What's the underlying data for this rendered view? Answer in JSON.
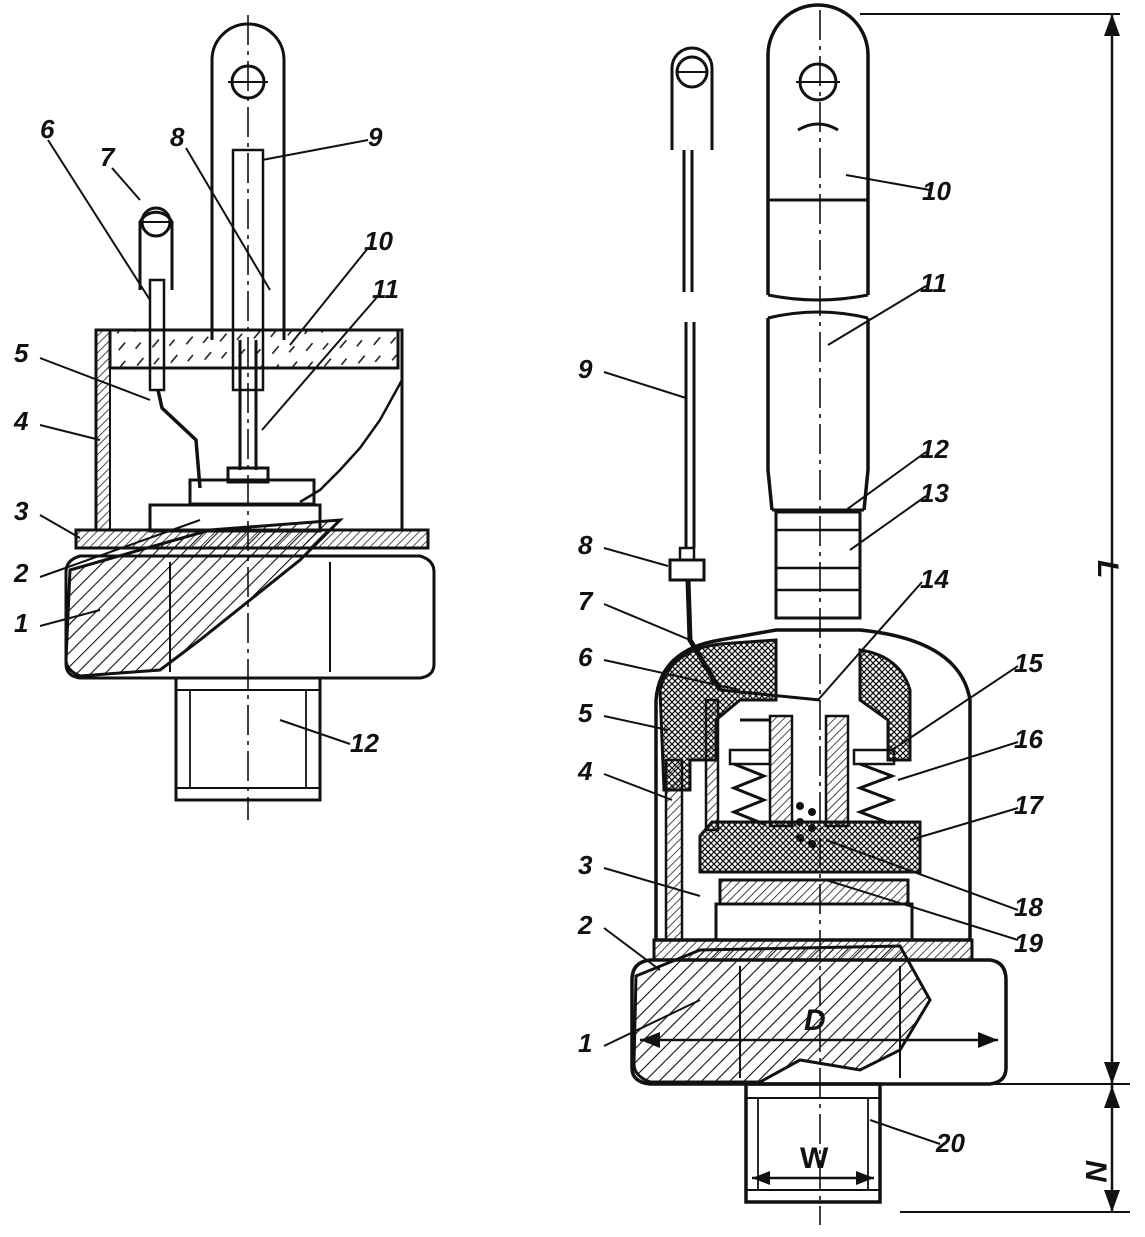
{
  "figure": {
    "left_view": {
      "labels": [
        "1",
        "2",
        "3",
        "4",
        "5",
        "6",
        "7",
        "8",
        "9",
        "10",
        "11",
        "12"
      ]
    },
    "right_view": {
      "labels": [
        "1",
        "2",
        "3",
        "4",
        "5",
        "6",
        "7",
        "8",
        "9",
        "10",
        "11",
        "12",
        "13",
        "14",
        "15",
        "16",
        "17",
        "18",
        "19",
        "20"
      ],
      "dimensions": {
        "diameter": "D",
        "wrench": "W",
        "total_length": "L",
        "thread_length": "N"
      }
    },
    "colors": {
      "ink": "#111111",
      "paper": "#ffffff"
    }
  }
}
